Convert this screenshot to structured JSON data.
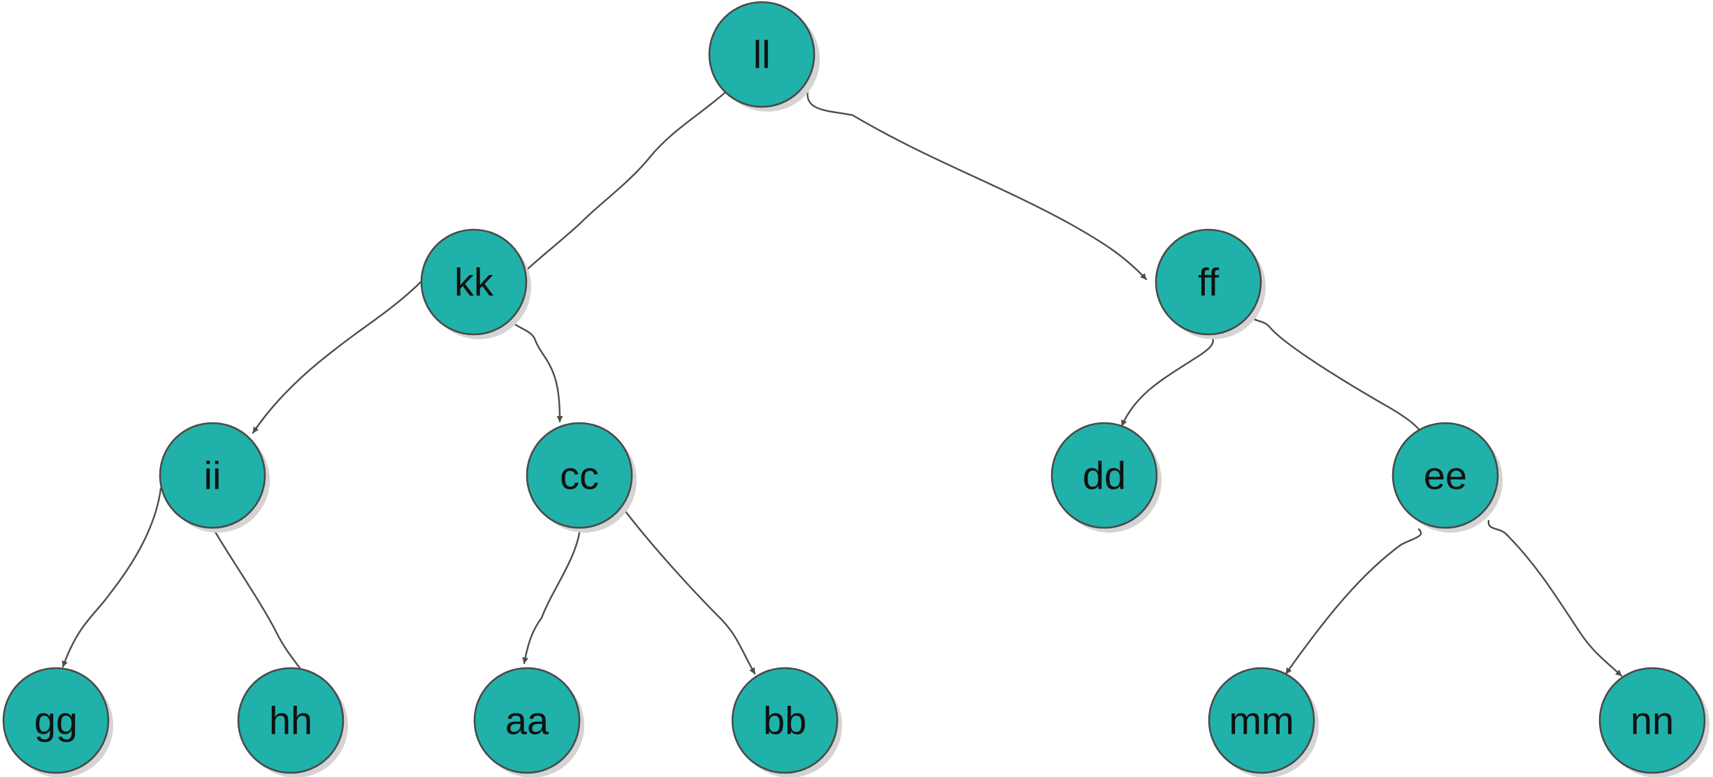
{
  "diagram": {
    "type": "binary-tree",
    "colors": {
      "node_fill": "#20b2aa",
      "node_stroke": "#4a4a4a",
      "edge": "#4d4d4d",
      "shadow": "#d4d4d4",
      "label": "#111111"
    },
    "nodes": [
      {
        "id": "ll",
        "label": "ll"
      },
      {
        "id": "kk",
        "label": "kk"
      },
      {
        "id": "ff",
        "label": "ff"
      },
      {
        "id": "ii",
        "label": "ii"
      },
      {
        "id": "cc",
        "label": "cc"
      },
      {
        "id": "dd",
        "label": "dd"
      },
      {
        "id": "ee",
        "label": "ee"
      },
      {
        "id": "gg",
        "label": "gg"
      },
      {
        "id": "hh",
        "label": "hh"
      },
      {
        "id": "aa",
        "label": "aa"
      },
      {
        "id": "bb",
        "label": "bb"
      },
      {
        "id": "mm",
        "label": "mm"
      },
      {
        "id": "nn",
        "label": "nn"
      }
    ],
    "edges": [
      {
        "from": "ll",
        "to": "kk"
      },
      {
        "from": "ll",
        "to": "ff"
      },
      {
        "from": "kk",
        "to": "ii"
      },
      {
        "from": "kk",
        "to": "cc"
      },
      {
        "from": "ff",
        "to": "dd"
      },
      {
        "from": "ff",
        "to": "ee"
      },
      {
        "from": "ii",
        "to": "gg"
      },
      {
        "from": "ii",
        "to": "hh"
      },
      {
        "from": "cc",
        "to": "aa"
      },
      {
        "from": "cc",
        "to": "bb"
      },
      {
        "from": "ee",
        "to": "mm"
      },
      {
        "from": "ee",
        "to": "nn"
      }
    ]
  }
}
